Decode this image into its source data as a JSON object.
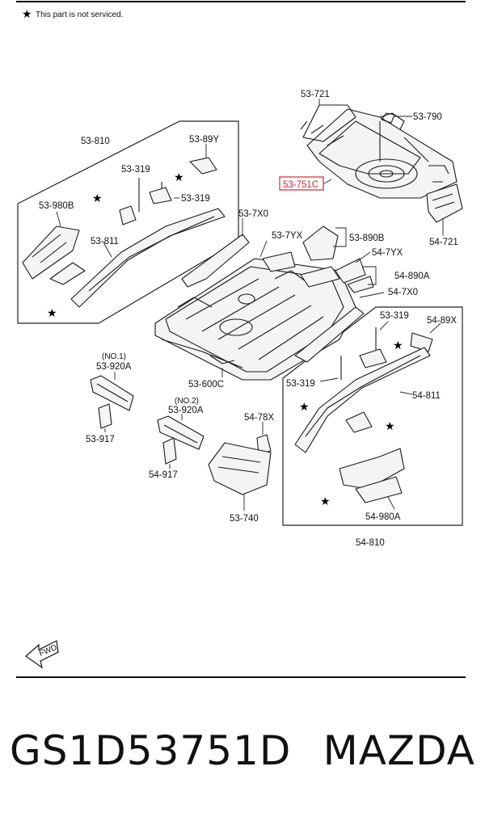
{
  "note": {
    "star": "★",
    "text": "This part is not serviced."
  },
  "highlight_color": "#d0262f",
  "labels": {
    "p53_721": "53-721",
    "p53_790": "53-790",
    "p53_810": "53-810",
    "p53_89y": "53-89Y",
    "p53_319_a": "53-319",
    "p53_319_b": "53-319",
    "p53_751c": "53-751C",
    "p53_980b": "53-980B",
    "p53_811": "53-811",
    "p53_7x0": "53-7X0",
    "p53_7yx": "53-7YX",
    "p53_890b": "53-890B",
    "p54_721": "54-721",
    "p54_7yx": "54-7YX",
    "p54_890a": "54-890A",
    "p54_7x0": "54-7X0",
    "p53_319_c": "53-319",
    "p54_89x": "54-89X",
    "no1": "(NO.1)",
    "p53_920a_1": "53-920A",
    "p53_600c": "53-600C",
    "p53_319_d": "53-319",
    "p54_811": "54-811",
    "no2": "(NO.2)",
    "p53_920a_2": "53-920A",
    "p54_78x": "54-78X",
    "p53_917": "53-917",
    "p54_917": "54-917",
    "p53_740": "53-740",
    "p54_980a": "54-980A",
    "p54_810": "54-810",
    "fwd": "FWD"
  },
  "footer": {
    "part_number": "GS1D53751D",
    "brand": "MAZDA"
  }
}
